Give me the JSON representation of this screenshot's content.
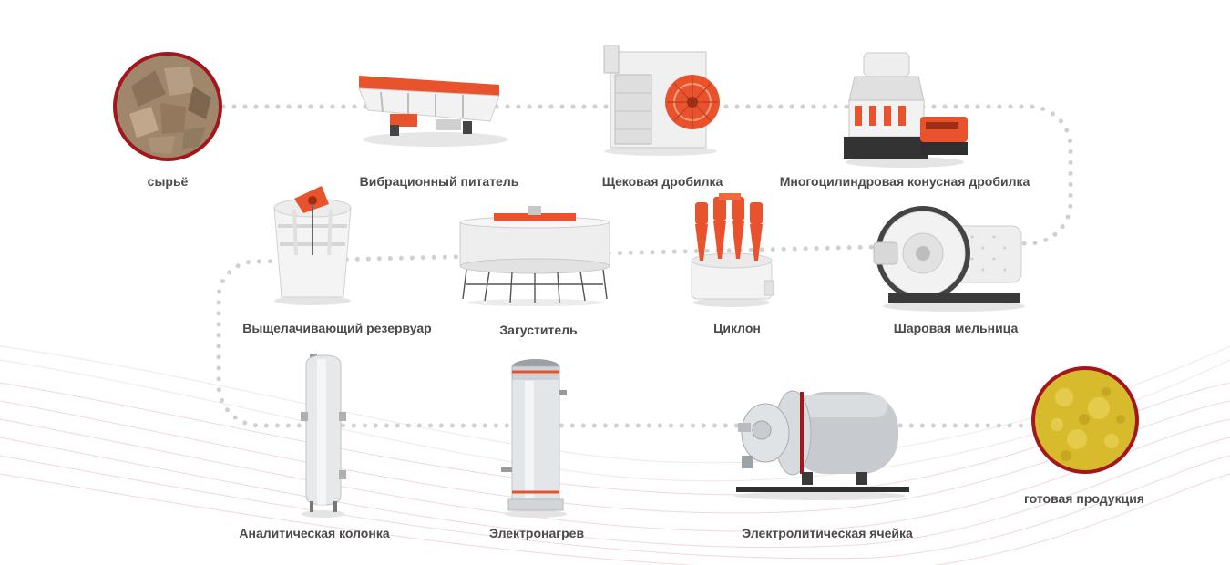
{
  "stages": {
    "raw": {
      "label": "сырьё"
    },
    "feeder": {
      "label": "Вибрационный питатель"
    },
    "jaw": {
      "label": "Щековая дробилка"
    },
    "cone": {
      "label": "Многоцилиндровая конусная дробилка"
    },
    "ball_mill": {
      "label": "Шаровая мельница"
    },
    "cyclone": {
      "label": "Циклон"
    },
    "thickener": {
      "label": "Загуститель"
    },
    "leaching": {
      "label": "Выщелачивающий резервуар"
    },
    "column": {
      "label": "Аналитическая колонка"
    },
    "heater": {
      "label": "Электронагрев"
    },
    "cell": {
      "label": "Электролитическая ячейка"
    },
    "product": {
      "label": "готовая продукция"
    }
  },
  "colors": {
    "accent_red": "#e8532d",
    "ring_red": "#a3161c",
    "dots": "#d0d0d0",
    "gold": "#d8bb2c",
    "steel": "#dcdfe2"
  }
}
